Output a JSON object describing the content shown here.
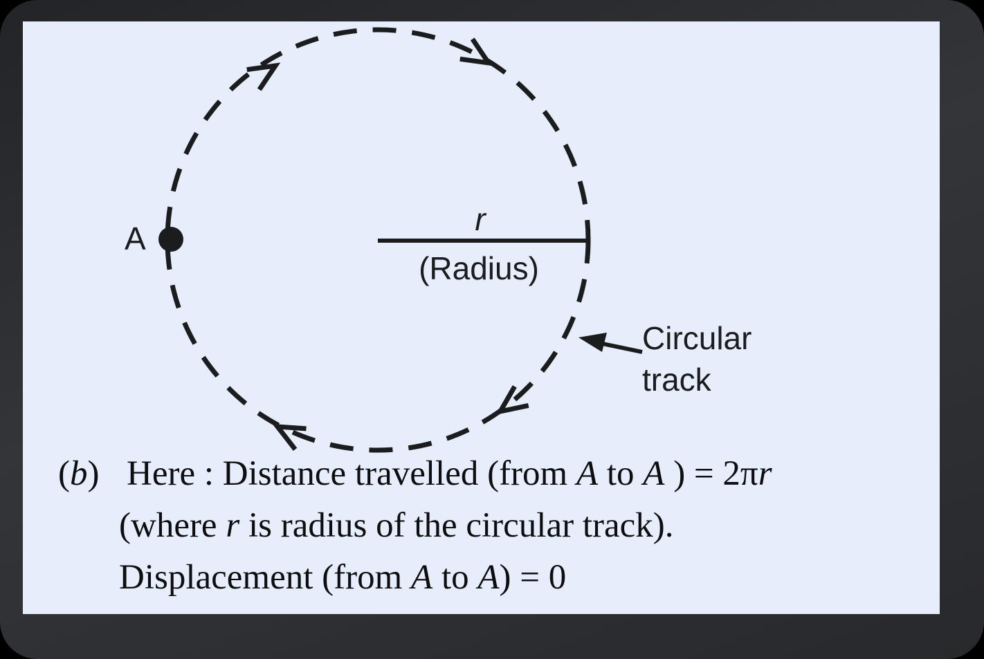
{
  "colors": {
    "panelBg": "#e6edfb",
    "frameDark": "#2c2e32",
    "ink": "#1b1c1e"
  },
  "diagram": {
    "point_label": "A",
    "radius_symbol": "r",
    "radius_caption": "(Radius)",
    "track_label_line1": "Circular",
    "track_label_line2": "track"
  },
  "caption": {
    "marker": [
      {
        "t": "(",
        "i": false
      },
      {
        "t": "b",
        "i": true
      },
      {
        "t": ")",
        "i": false
      }
    ],
    "line1": [
      {
        "t": "Here : Distance travelled (from ",
        "i": false
      },
      {
        "t": "A",
        "i": true
      },
      {
        "t": " to ",
        "i": false
      },
      {
        "t": "A",
        "i": true
      },
      {
        "t": " ) = 2π",
        "i": false
      },
      {
        "t": "r",
        "i": true
      }
    ],
    "line2": [
      {
        "t": "(where ",
        "i": false
      },
      {
        "t": "r",
        "i": true
      },
      {
        "t": " is radius of the circular track).",
        "i": false
      }
    ],
    "line3": [
      {
        "t": "Displacement (from ",
        "i": false
      },
      {
        "t": "A",
        "i": true
      },
      {
        "t": " to ",
        "i": false
      },
      {
        "t": "A",
        "i": true
      },
      {
        "t": ") = 0",
        "i": false
      }
    ]
  }
}
